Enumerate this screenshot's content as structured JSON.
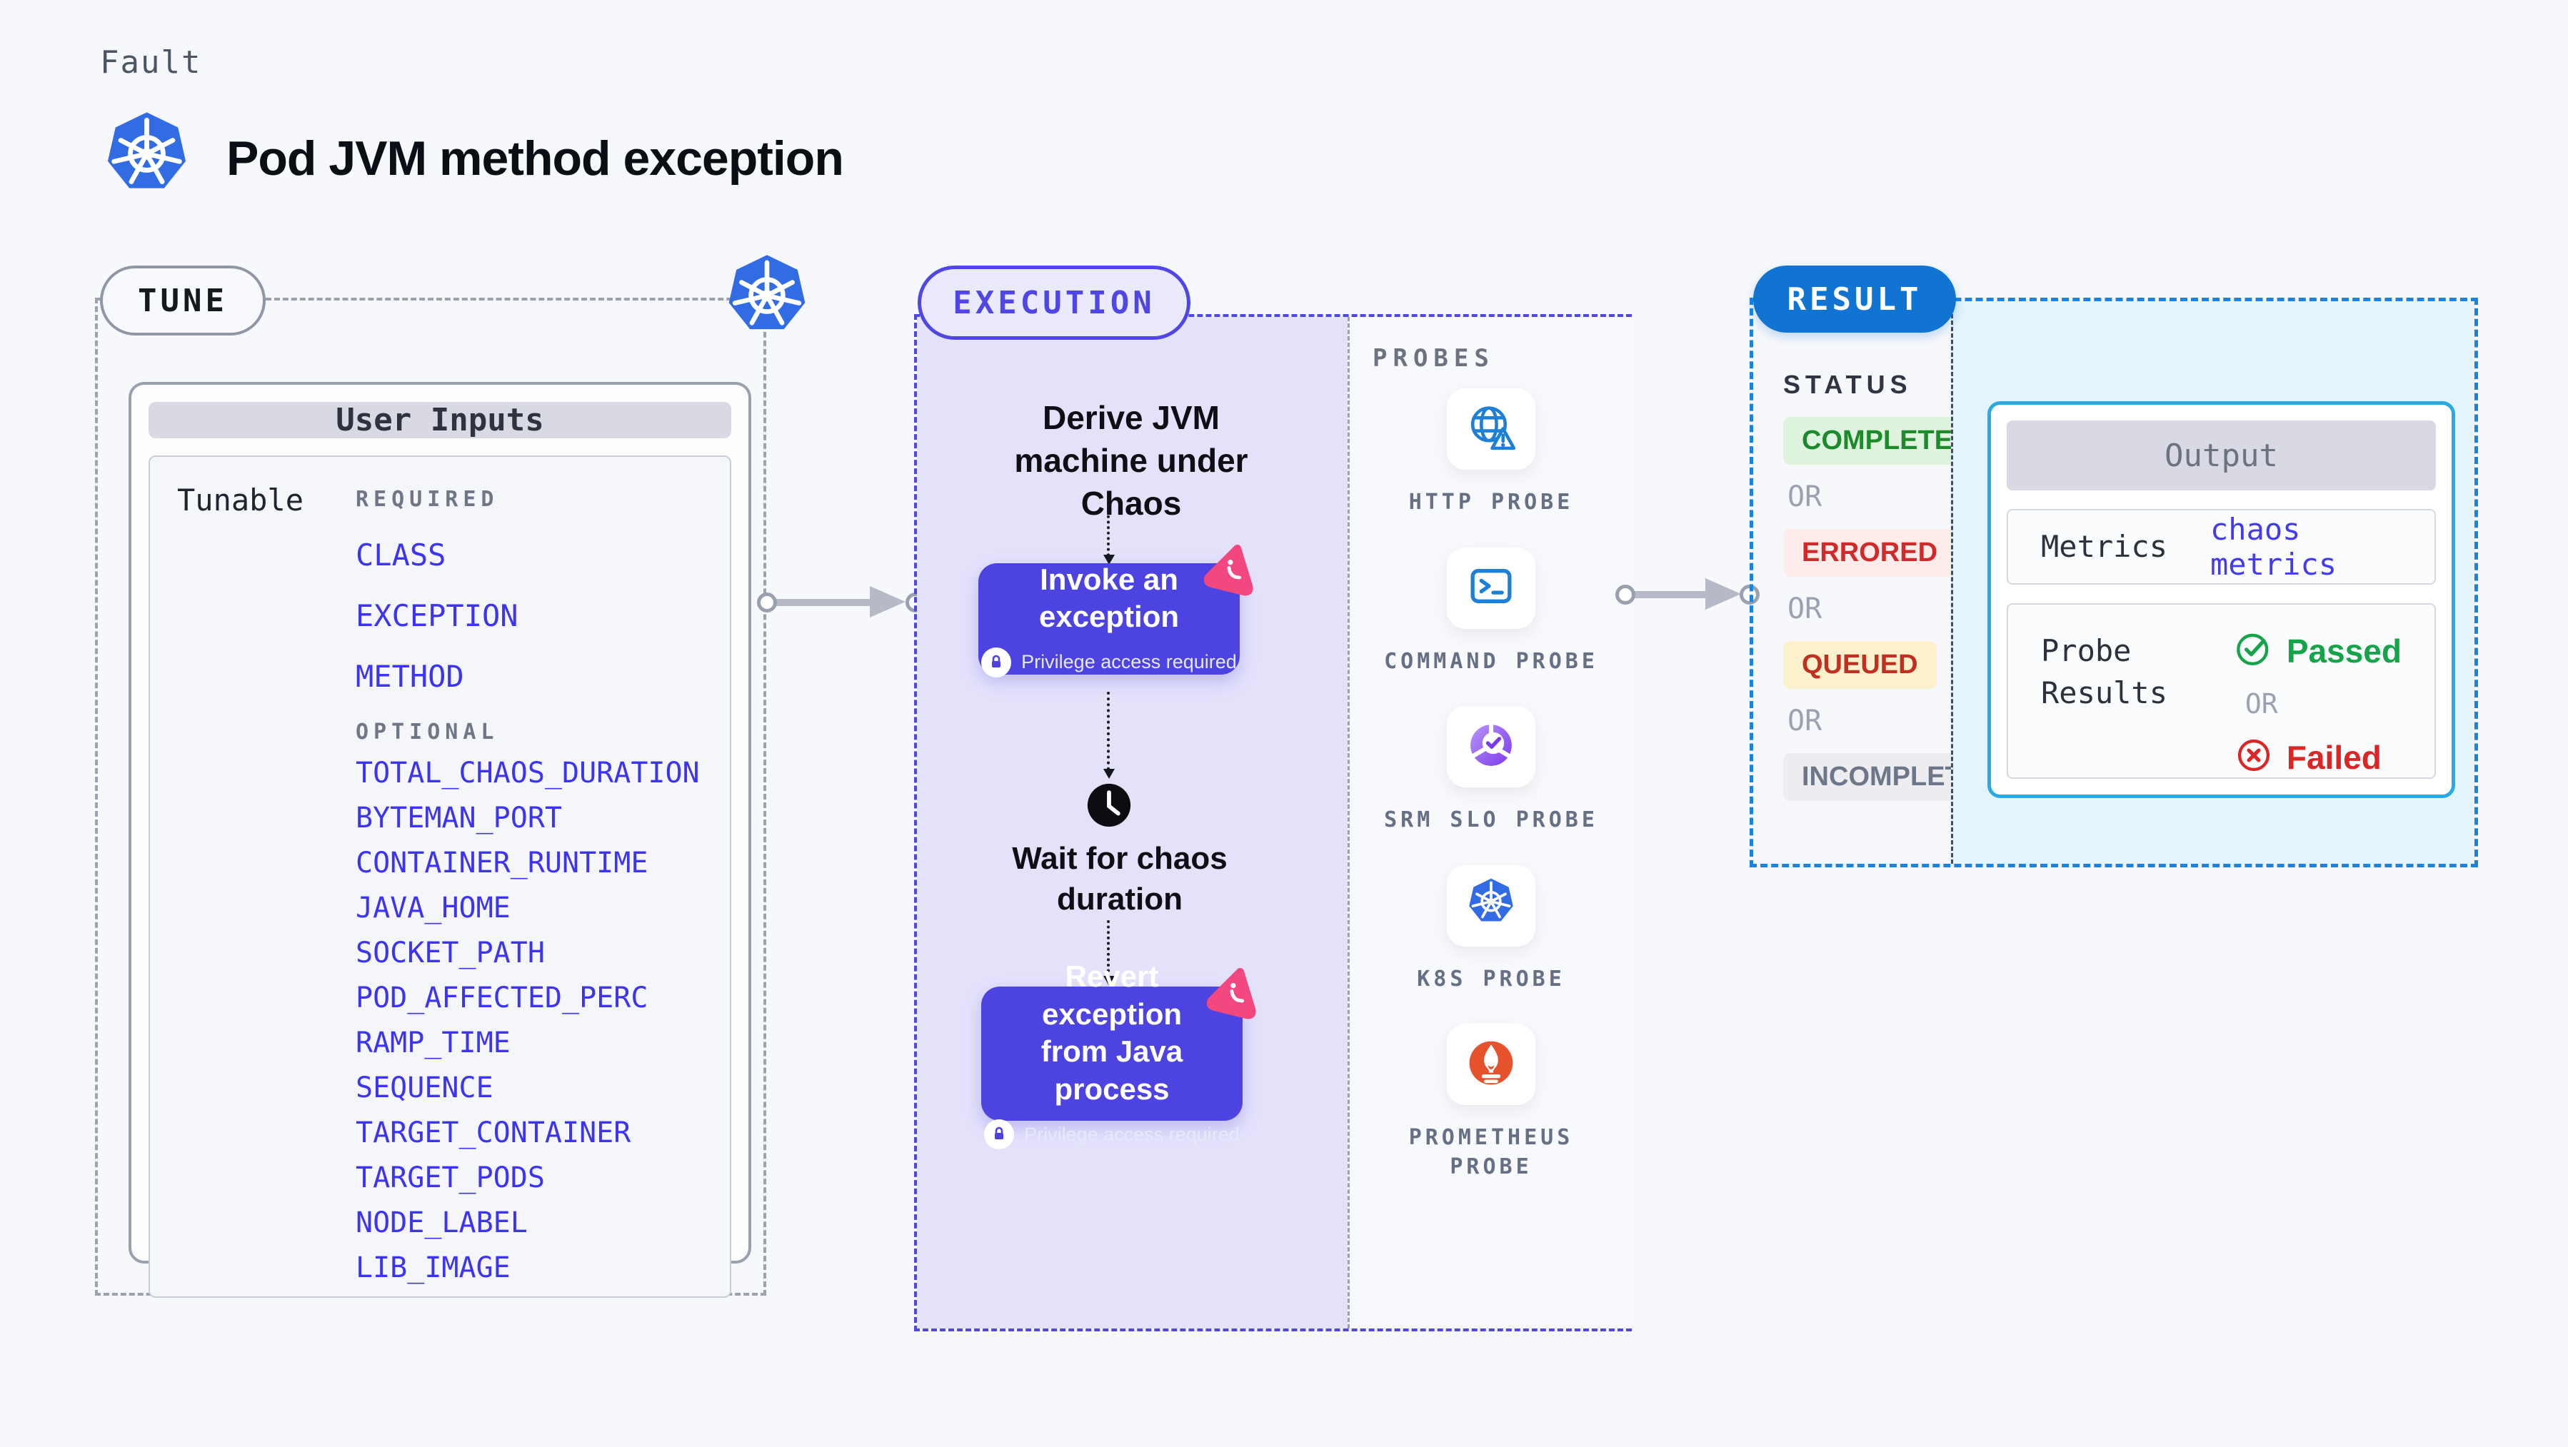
{
  "page": {
    "kicker": "Fault",
    "title": "Pod JVM method exception"
  },
  "tune": {
    "badge": "TUNE",
    "panel_title": "User Inputs",
    "row_label": "Tunable",
    "required_label": "REQUIRED",
    "optional_label": "OPTIONAL",
    "required_items": [
      "CLASS",
      "EXCEPTION",
      "METHOD"
    ],
    "optional_items": [
      "TOTAL_CHAOS_DURATION",
      "BYTEMAN_PORT",
      "CONTAINER_RUNTIME",
      "JAVA_HOME",
      "SOCKET_PATH",
      "POD_AFFECTED_PERC",
      "RAMP_TIME",
      "SEQUENCE",
      "TARGET_CONTAINER",
      "TARGET_PODS",
      "NODE_LABEL",
      "LIB_IMAGE"
    ]
  },
  "execution": {
    "badge": "EXECUTION",
    "derive": "Derive JVM machine under Chaos",
    "invoke": "Invoke an exception",
    "wait": "Wait for chaos duration",
    "revert": "Revert exception from Java process",
    "privilege": "Privilege access required"
  },
  "probes": {
    "label": "PROBES",
    "items": [
      {
        "name": "HTTP PROBE",
        "icon": "globe-alert-icon"
      },
      {
        "name": "COMMAND PROBE",
        "icon": "terminal-icon"
      },
      {
        "name": "SRM SLO PROBE",
        "icon": "slo-donut-icon"
      },
      {
        "name": "K8S PROBE",
        "icon": "kubernetes-icon"
      },
      {
        "name": "PROMETHEUS PROBE",
        "icon": "prometheus-icon"
      }
    ]
  },
  "result": {
    "badge": "RESULT",
    "status_label": "STATUS",
    "or_label": "OR",
    "statuses": [
      {
        "label": "COMPLETED",
        "color": "#1d8a2c",
        "bg": "#def4de"
      },
      {
        "label": "ERRORED",
        "color": "#cf2b2b",
        "bg": "#fdecea"
      },
      {
        "label": "QUEUED",
        "color": "#c02f20",
        "bg": "#fbf2cd"
      },
      {
        "label": "INCOMPLETED",
        "color": "#6e7787",
        "bg": "#ececf1"
      }
    ],
    "output": {
      "title": "Output",
      "metrics_label": "Metrics",
      "metrics_value": "chaos metrics",
      "probe_results_label": "Probe Results",
      "passed": "Passed",
      "failed": "Failed"
    }
  },
  "colors": {
    "accent_indigo": "#4f46e5",
    "chaos_button": "#4c43e0",
    "result_blue": "#1173d2",
    "output_border_cyan": "#29abe2",
    "kubernetes_blue": "#326ce5",
    "litmus_pink": "#f2477f",
    "prometheus_orange": "#e6522c",
    "probe_icon_blue": "#1d7fd6",
    "tunable_link_blue": "#3d33f2",
    "passed_green": "#16a34a",
    "failed_red": "#dc2626",
    "execution_bg": "#e4e2fb",
    "output_bg": "#e4f4fb"
  }
}
